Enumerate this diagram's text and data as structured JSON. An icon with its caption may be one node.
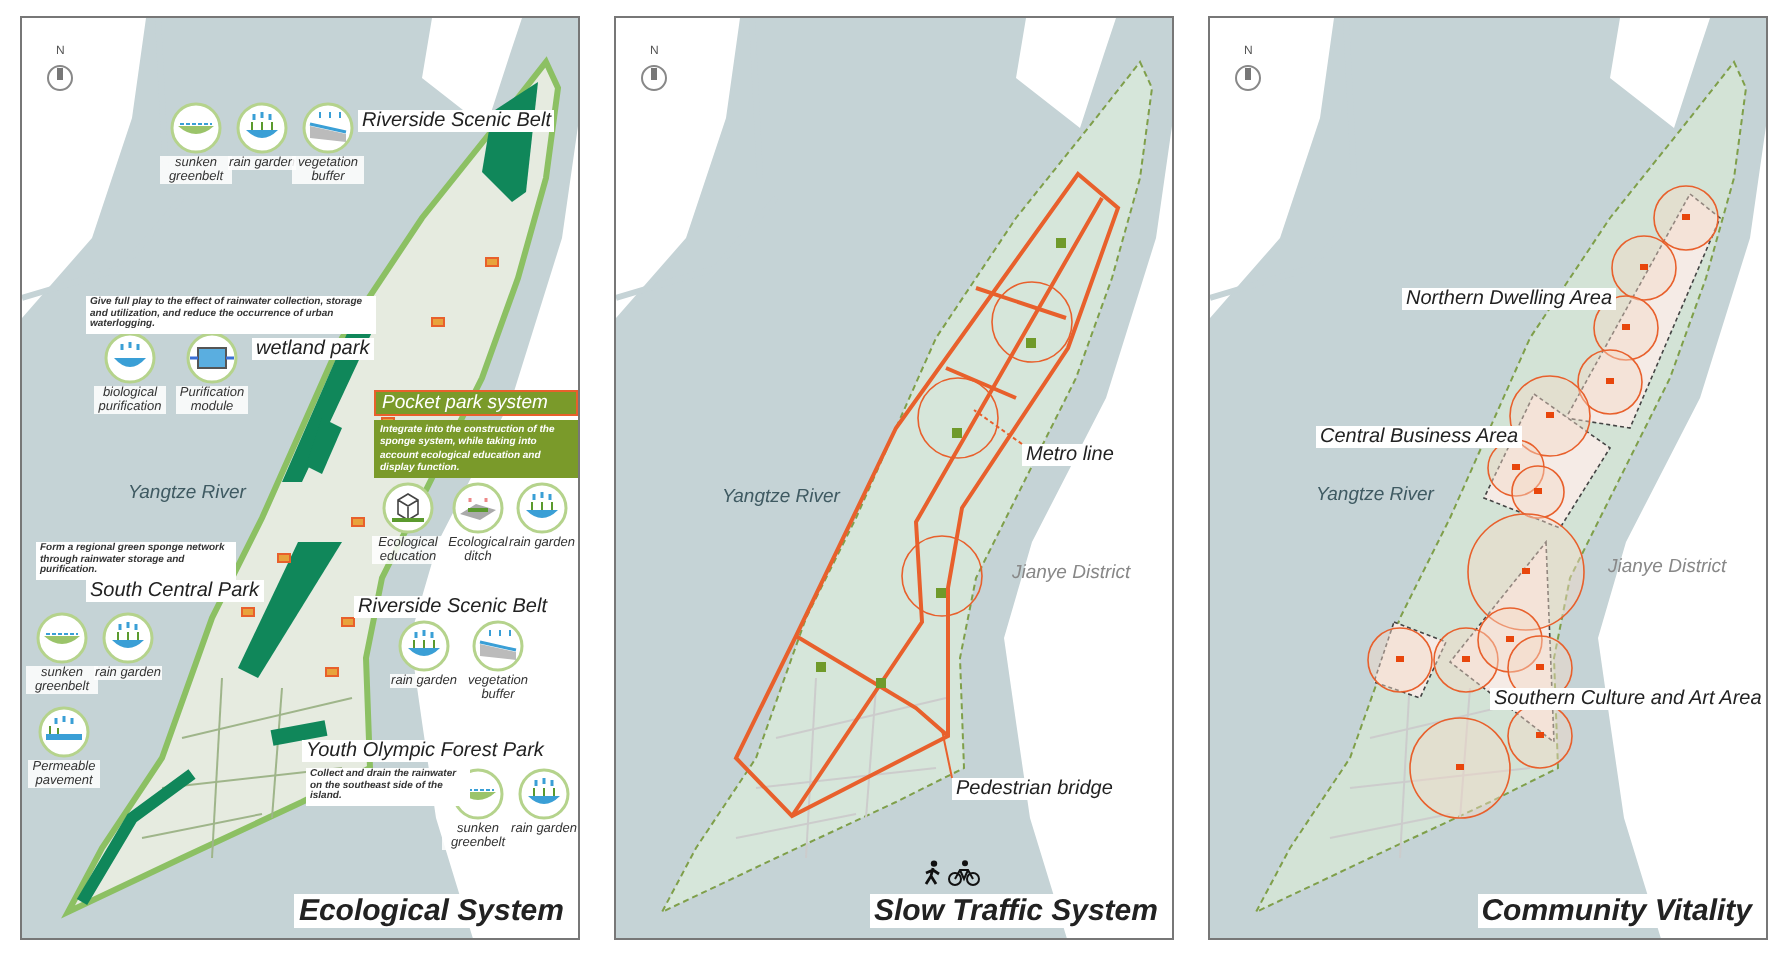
{
  "diagram": {
    "nodes": [
      {
        "text": [
          "Ecological System"
        ]
      },
      {
        "text": [
          "Slow Traffic System"
        ]
      },
      {
        "text": [
          "Community Vitality"
        ]
      },
      {
        "text": [
          "sunken greenbelt"
        ],
        "in": 0
      },
      {
        "text": [
          "rain garden"
        ],
        "in": 0
      },
      {
        "text": [
          "vegetation buffer"
        ],
        "in": 0
      },
      {
        "text": [
          "biological purification"
        ],
        "in": 0
      },
      {
        "text": [
          "Purification module"
        ],
        "in": 0
      },
      {
        "text": [
          "Pocket park system",
          "Integrate into the construction of the sponge system, while taking into account ecological education and display function."
        ],
        "in": 0
      },
      {
        "text": [
          "Ecological education"
        ],
        "in": 0
      },
      {
        "text": [
          "Ecological ditch"
        ],
        "in": 0
      },
      {
        "text": [
          "rain garden"
        ],
        "in": 0
      },
      {
        "text": [
          "sunken greenbelt"
        ],
        "in": 0
      },
      {
        "text": [
          "rain garden"
        ],
        "in": 0
      },
      {
        "text": [
          "Permeable pavement"
        ],
        "in": 0
      },
      {
        "text": [
          "rain garden"
        ],
        "in": 0
      },
      {
        "text": [
          "vegetation buffer"
        ],
        "in": 0
      },
      {
        "text": [
          "sunken greenbelt"
        ],
        "in": 0
      },
      {
        "text": [
          "rain garden"
        ],
        "in": 0
      },
      {
        "text": [
          "Metro line"
        ],
        "in": 1
      },
      {
        "text": [
          "Pedestrian bridge"
        ],
        "in": 1
      },
      {
        "text": [
          "Riverside Scenic Belt"
        ],
        "in": 0
      },
      {
        "text": [
          "wetland park"
        ],
        "in": 0
      },
      {
        "text": [
          "South Central Park"
        ],
        "in": 0,
        "beside": [
          "Form a regional green sponge network through rainwater storage and purification."
        ]
      },
      {
        "text": [
          "Riverside Scenic Belt"
        ],
        "in": 0
      },
      {
        "text": [
          "Youth Olympic Forest Park"
        ],
        "in": 0,
        "beside": [
          "Collect and drain the rainwater on the southeast side of the island."
        ]
      },
      {
        "text": [
          "Northern Dwelling Area"
        ],
        "in": 2
      },
      {
        "text": [
          "Central Business Area"
        ],
        "in": 2
      },
      {
        "text": [
          "Southern Culture and Art Area"
        ],
        "in": 2
      }
    ],
    "edges": [
      {
        "from": 19,
        "to": null,
        "arrow": "none",
        "style": "dashed"
      },
      {
        "from": 20,
        "to": null,
        "arrow": "none"
      }
    ],
    "labels": [
      "N",
      "Give full play to the effect of rainwater collection, storage and utilization, and reduce the occurrence of urban waterlogging.",
      "Yangtze River",
      "N",
      "Yangtze River",
      "Jianye District",
      "N",
      "Yangtze River",
      "Jianye District"
    ]
  }
}
